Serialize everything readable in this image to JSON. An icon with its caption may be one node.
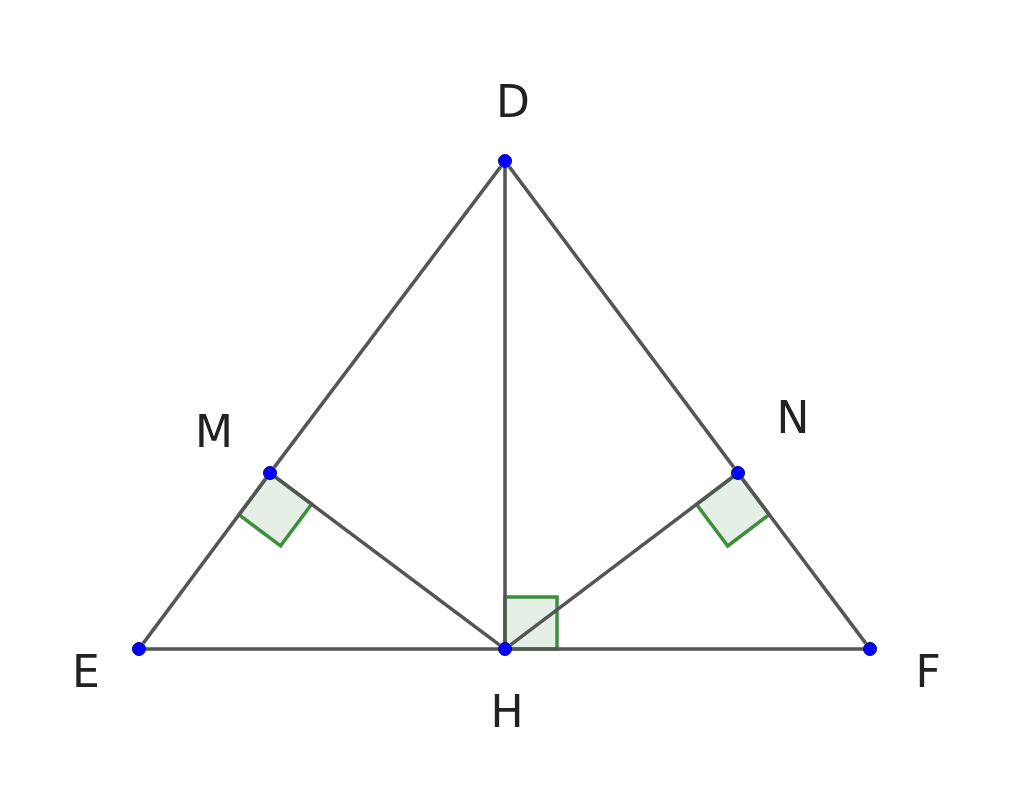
{
  "diagram": {
    "nodes": [
      {
        "text": [
          "D"
        ]
      },
      {
        "text": [
          "M"
        ]
      },
      {
        "text": [
          "N"
        ]
      },
      {
        "text": [
          "E"
        ]
      },
      {
        "text": [
          "H"
        ]
      },
      {
        "text": [
          "F"
        ]
      }
    ],
    "edges": [
      {
        "from": 0,
        "to": 1,
        "arrow": "none"
      },
      {
        "from": 1,
        "to": 3,
        "arrow": "none"
      },
      {
        "from": 0,
        "to": 2,
        "arrow": "none"
      },
      {
        "from": 2,
        "to": 5,
        "arrow": "none"
      },
      {
        "from": 3,
        "to": 4,
        "arrow": "none"
      },
      {
        "from": 4,
        "to": 5,
        "arrow": "none"
      },
      {
        "from": 0,
        "to": 4,
        "arrow": "none"
      },
      {
        "from": 1,
        "to": 4,
        "arrow": "none"
      },
      {
        "from": 2,
        "to": 4,
        "arrow": "none"
      }
    ]
  }
}
